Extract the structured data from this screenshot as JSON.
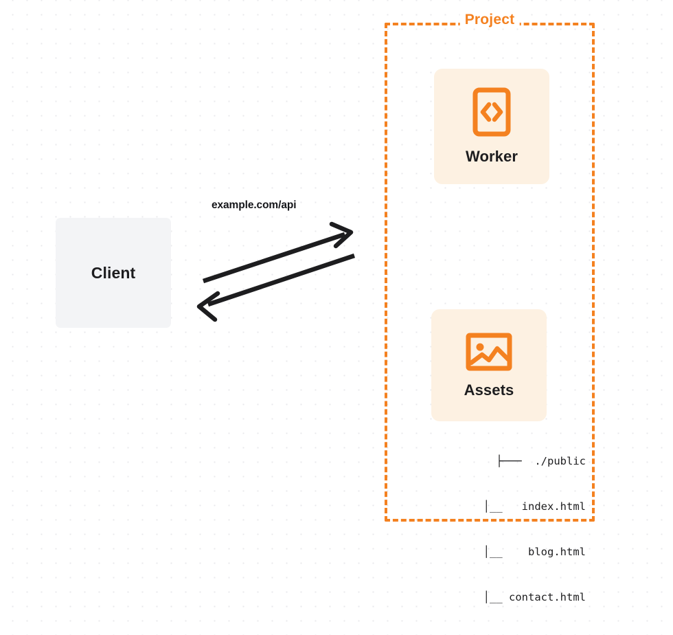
{
  "diagram": {
    "title": "Client to Project Worker and Assets request flow",
    "background": {
      "dot_color": "#e9e9ec",
      "page_color": "#ffffff"
    },
    "accent_color": "#f48120",
    "card_background": "#fdf1e2",
    "client_background": "#f3f4f6",
    "text_color": "#1d1d1f"
  },
  "client": {
    "label": "Client"
  },
  "connection": {
    "label": "example.com/api",
    "request_arrow": "arrow-right-up",
    "response_arrow": "arrow-left-down",
    "stroke_color": "#1d1d1f"
  },
  "project": {
    "title": "Project",
    "border_style": "dashed",
    "nodes": [
      {
        "id": "worker",
        "label": "Worker",
        "icon": "code-brackets-icon"
      },
      {
        "id": "assets",
        "label": "Assets",
        "icon": "image-picture-icon"
      }
    ],
    "file_tree": [
      {
        "branch": "├───",
        "name": "./public"
      },
      {
        "branch": "│__",
        "name": "index.html"
      },
      {
        "branch": "│__",
        "name": "blog.html"
      },
      {
        "branch": "│__",
        "name": "contact.html"
      }
    ],
    "file_tree_lines": [
      "├───  ./public",
      "   │__   index.html",
      "   │__    blog.html",
      "   │__ contact.html"
    ]
  }
}
